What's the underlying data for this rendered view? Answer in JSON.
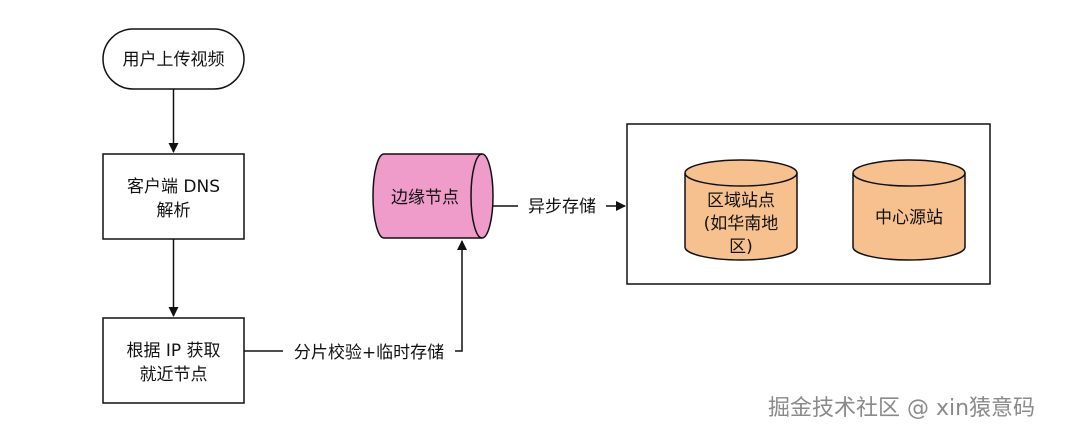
{
  "nodes": {
    "upload": "用户上传视频",
    "dns_line1": "客户端 DNS",
    "dns_line2": "解析",
    "nearest_line1": "根据 IP 获取",
    "nearest_line2": "就近节点",
    "edge_node": "边缘节点",
    "regional_line1": "区域站点",
    "regional_line2": "(如华南地",
    "regional_line3": "区)",
    "origin": "中心源站"
  },
  "edges": {
    "chunk_verify": "分片校验+临时存储",
    "async_store": "异步存储"
  },
  "colors": {
    "edge_node_fill": "#f09ccb",
    "regional_fill": "#f7c08f",
    "stroke": "#111111"
  },
  "watermark": "掘金技术社区 @ xin猿意码"
}
